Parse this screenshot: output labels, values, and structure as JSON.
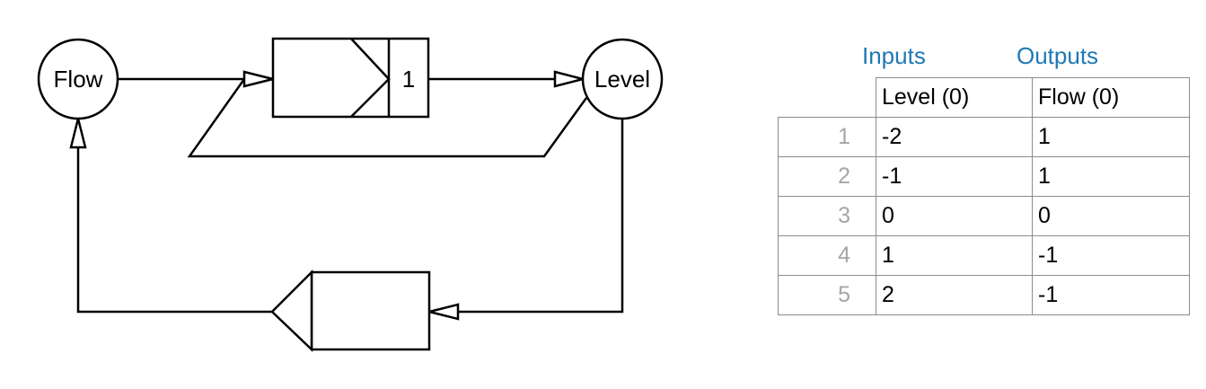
{
  "diagram": {
    "flow_label": "Flow",
    "level_label": "Level",
    "delay_label": "1"
  },
  "table": {
    "group_headers": {
      "inputs": "Inputs",
      "outputs": "Outputs"
    },
    "column_headers": [
      "Level (0)",
      "Flow (0)"
    ],
    "rows": [
      {
        "index": "1",
        "level": "-2",
        "flow": "1"
      },
      {
        "index": "2",
        "level": "-1",
        "flow": "1"
      },
      {
        "index": "3",
        "level": "0",
        "flow": "0"
      },
      {
        "index": "4",
        "level": "1",
        "flow": "-1"
      },
      {
        "index": "5",
        "level": "2",
        "flow": "-1"
      }
    ]
  },
  "colors": {
    "header_blue": "#1f78b4",
    "row_index_gray": "#a6a6a6",
    "line": "#000000"
  }
}
